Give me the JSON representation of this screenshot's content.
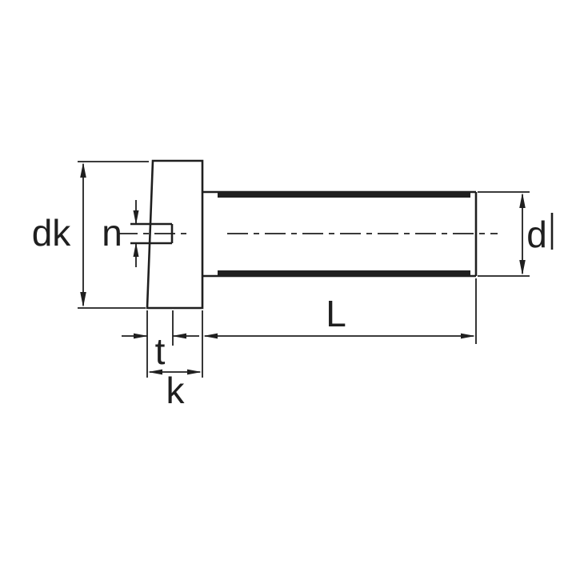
{
  "colors": {
    "ink": "#1f1f1f",
    "bg": "#ffffff"
  },
  "dimensions": {
    "head_diameter": "dk",
    "slot_width": "n",
    "slot_depth": "t",
    "head_height": "k",
    "shank_length": "L",
    "thread_diameter": "d"
  }
}
